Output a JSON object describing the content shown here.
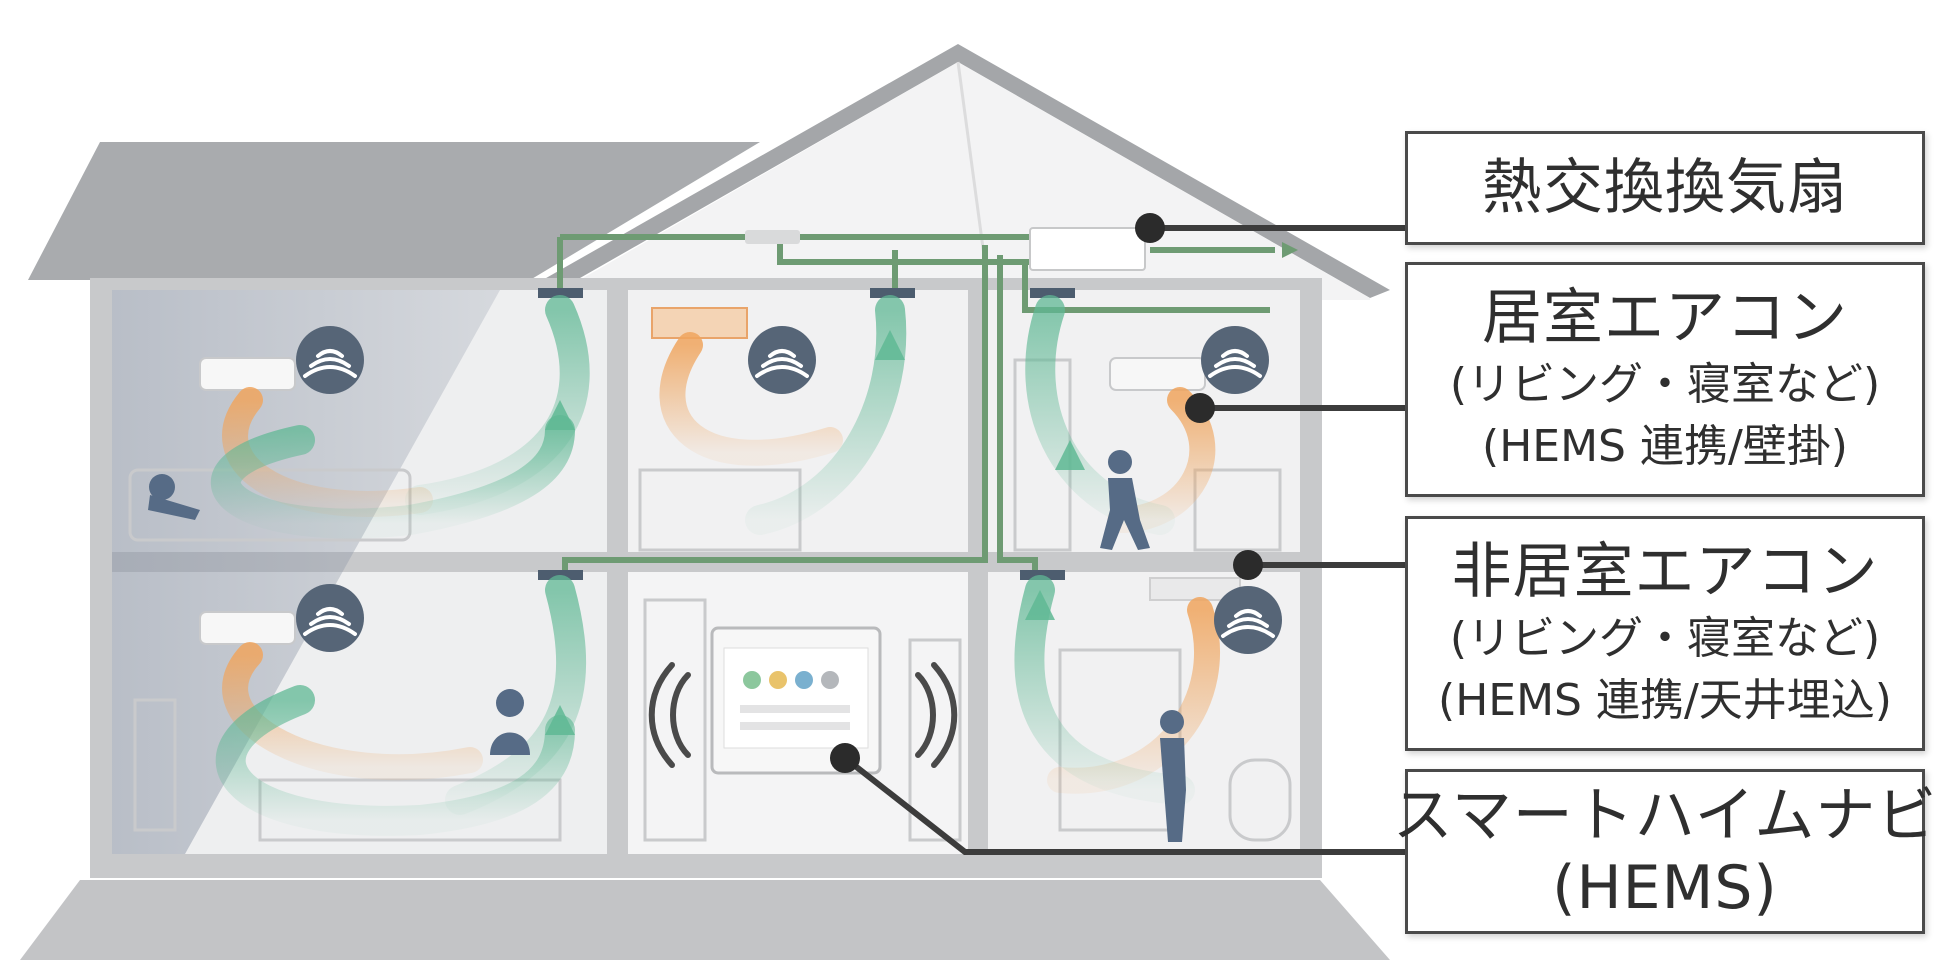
{
  "callouts": {
    "heat_exchange_fan": {
      "title": "熱交換換気扇"
    },
    "living_room_ac": {
      "title": "居室エアコン",
      "line2": "(リビング・寝室など)",
      "line3": "(HEMS 連携/壁掛)"
    },
    "non_living_room_ac": {
      "title": "非居室エアコン",
      "line2": "(リビング・寝室など)",
      "line3": "(HEMS 連携/天井埋込)"
    },
    "smart_heim_navi": {
      "title": "スマートハイムナビ",
      "line2": "(HEMS)"
    }
  },
  "colors": {
    "house_gray": "#a7a9ac",
    "wall_gray": "#c8c9cb",
    "room_bg": "#eeeff0",
    "airflow_green": "#5fb894",
    "airflow_orange": "#f0a55e",
    "icon_slate": "#566577",
    "leader_line": "#3c3c3c"
  },
  "icons": [
    "wifi-signal-icon",
    "air-outlet-vent-icon",
    "ceiling-ac-icon",
    "wall-ac-icon",
    "hems-panel-icon",
    "person-icon"
  ]
}
